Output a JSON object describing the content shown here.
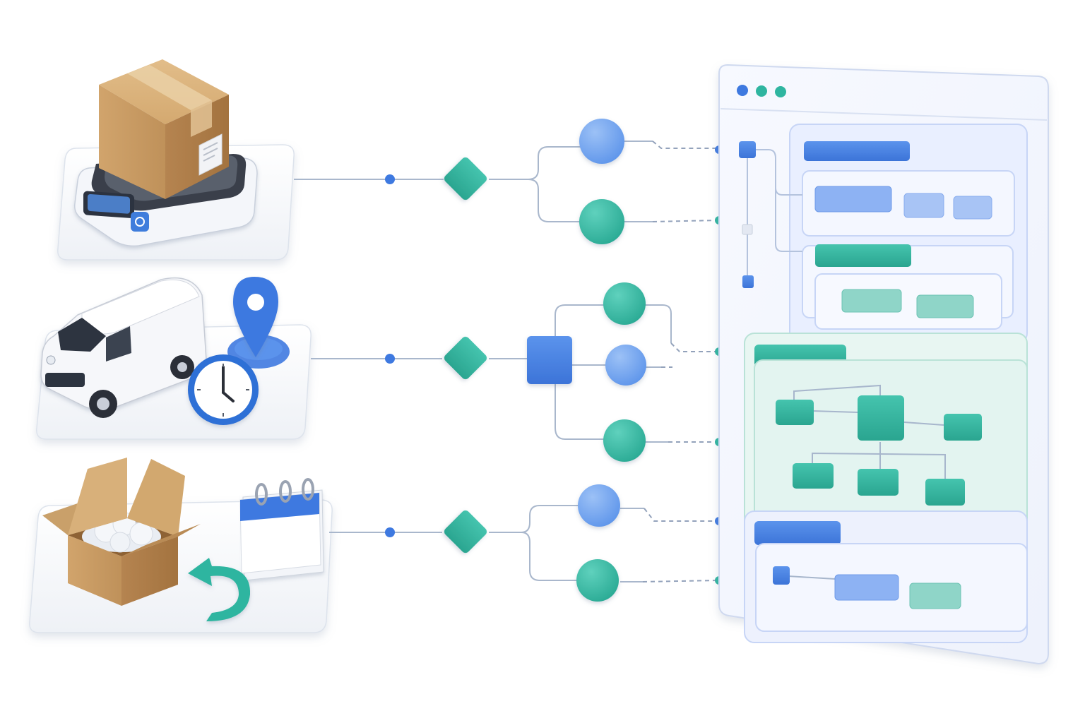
{
  "colors": {
    "teal": "#2fb5a0",
    "teal_dark": "#1f9a87",
    "blue": "#3e79e0",
    "blue_light": "#6fa3ef",
    "line": "#a9b7cc",
    "panel_border": "#d6e0f5",
    "cardboard": "#c89b63",
    "cardboard_dark": "#a97c48"
  },
  "scenarios": [
    {
      "name": "package-weighing",
      "icons": [
        "package-box-icon",
        "weighing-scale-icon"
      ],
      "branches": 2
    },
    {
      "name": "van-delivery-tracking",
      "icons": [
        "delivery-van-icon",
        "location-pin-icon",
        "clock-icon"
      ],
      "branches": 3
    },
    {
      "name": "return-scheduling",
      "icons": [
        "open-box-icon",
        "calendar-icon",
        "return-arrow-icon"
      ],
      "branches": 2
    }
  ],
  "window": {
    "controls": [
      "blue",
      "teal",
      "teal"
    ],
    "sections": [
      "nested-form-section",
      "tree-workflow-section",
      "detail-row-section"
    ]
  }
}
